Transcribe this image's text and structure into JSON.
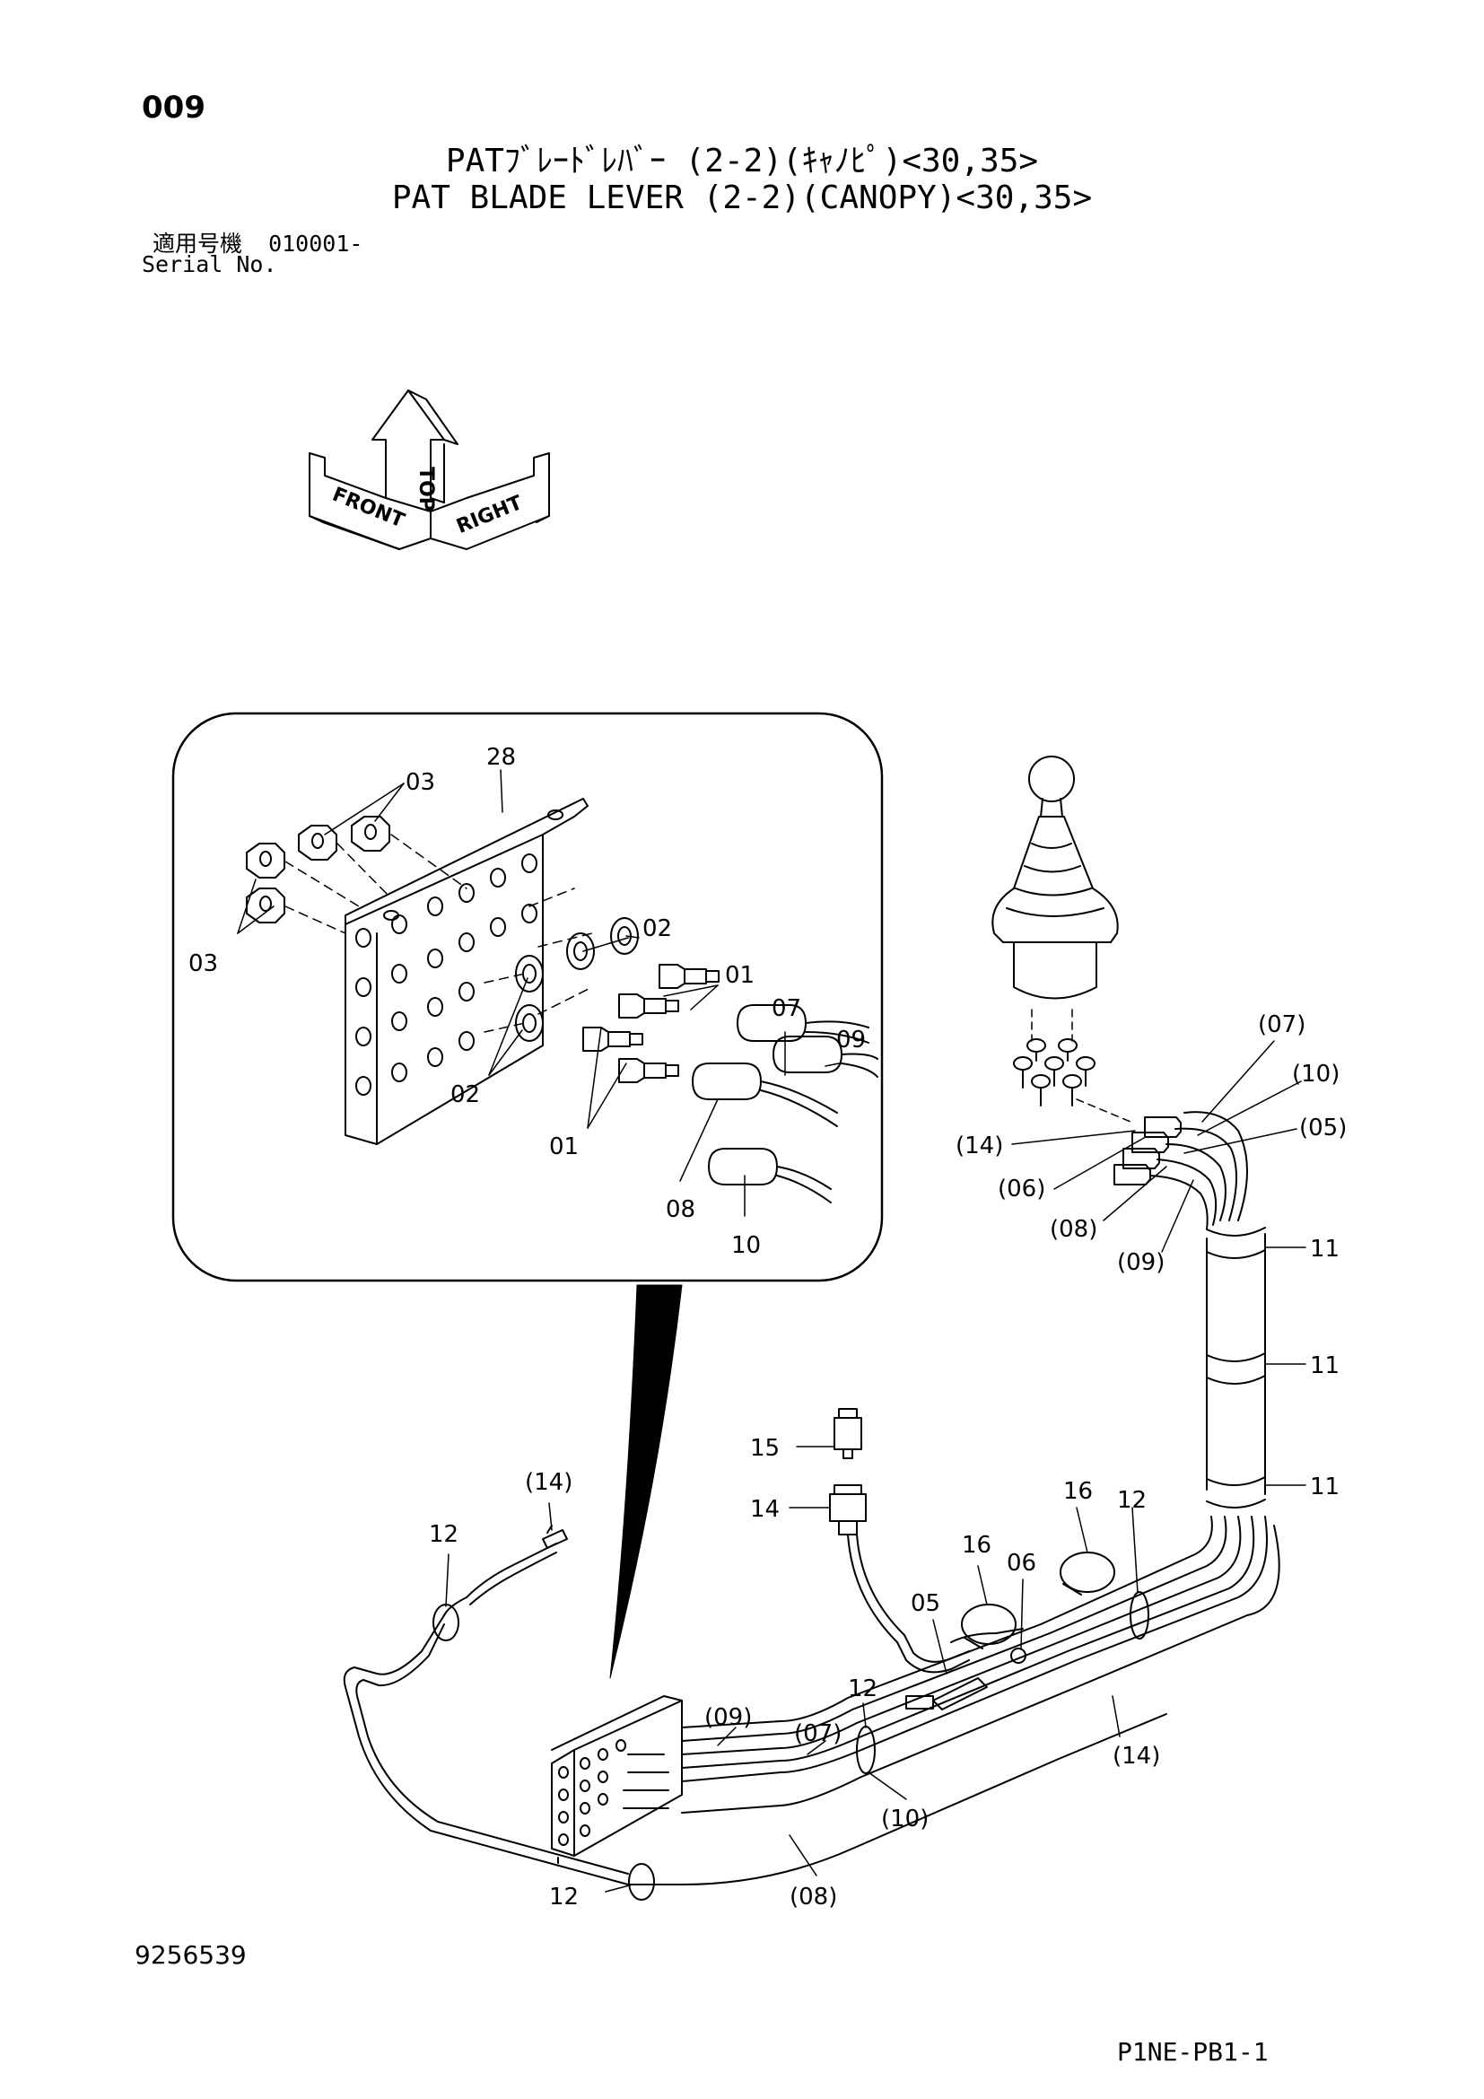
{
  "header": {
    "page_number": "009",
    "title_jp": "PATﾌﾞﾚｰﾄﾞﾚﾊﾞｰ (2-2)(ｷｬﾉﾋﾟ)<30,35>",
    "title_en": "PAT BLADE LEVER (2-2)(CANOPY)<30,35>",
    "serial_label_jp": "適用号機",
    "serial_value": "010001-",
    "serial_label_en": "Serial No."
  },
  "orientation": {
    "top": "TOP",
    "front": "FRONT",
    "right": "RIGHT"
  },
  "detail_callouts": {
    "c28": "28",
    "c03a": "03",
    "c03b": "03",
    "c02a": "02",
    "c02b": "02",
    "c01a": "01",
    "c01b": "01",
    "c07": "07",
    "c09": "09",
    "c08": "08",
    "c10": "10"
  },
  "main_callouts": {
    "p07": "(07)",
    "p10": "(10)",
    "p05": "(05)",
    "p14a": "(14)",
    "p06": "(06)",
    "p08a": "(08)",
    "p09a": "(09)",
    "c11a": "11",
    "c11b": "11",
    "c11c": "11",
    "c15": "15",
    "c14": "14",
    "p14b": "(14)",
    "c12a": "12",
    "c16a": "16",
    "c12b": "12",
    "c16b": "16",
    "c06": "06",
    "c05": "05",
    "c12c": "12",
    "p14c": "(14)",
    "p09b": "(09)",
    "p07b": "(07)",
    "p10b": "(10)",
    "p08b": "(08)",
    "c12d": "12"
  },
  "footer": {
    "drawing_number": "9256539",
    "page_code": "P1NE-PB1-1"
  }
}
